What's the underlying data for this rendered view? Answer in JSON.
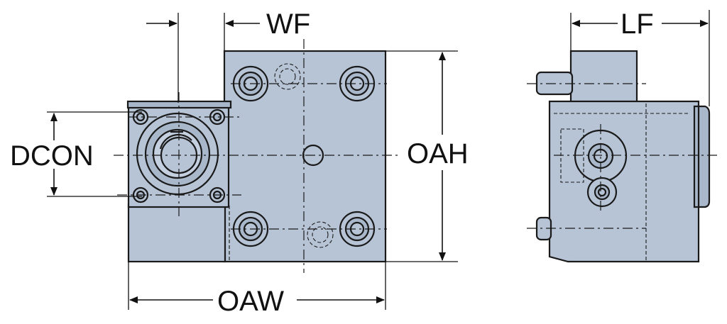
{
  "dimensions": {
    "wf": "WF",
    "lf": "LF",
    "dcon": "DCON",
    "oah": "OAH",
    "oaw": "OAW"
  },
  "colors": {
    "body": "#b7c4d6",
    "body_dark": "#8d9cb1",
    "outline": "#1a1a1a",
    "line": "#111111"
  }
}
